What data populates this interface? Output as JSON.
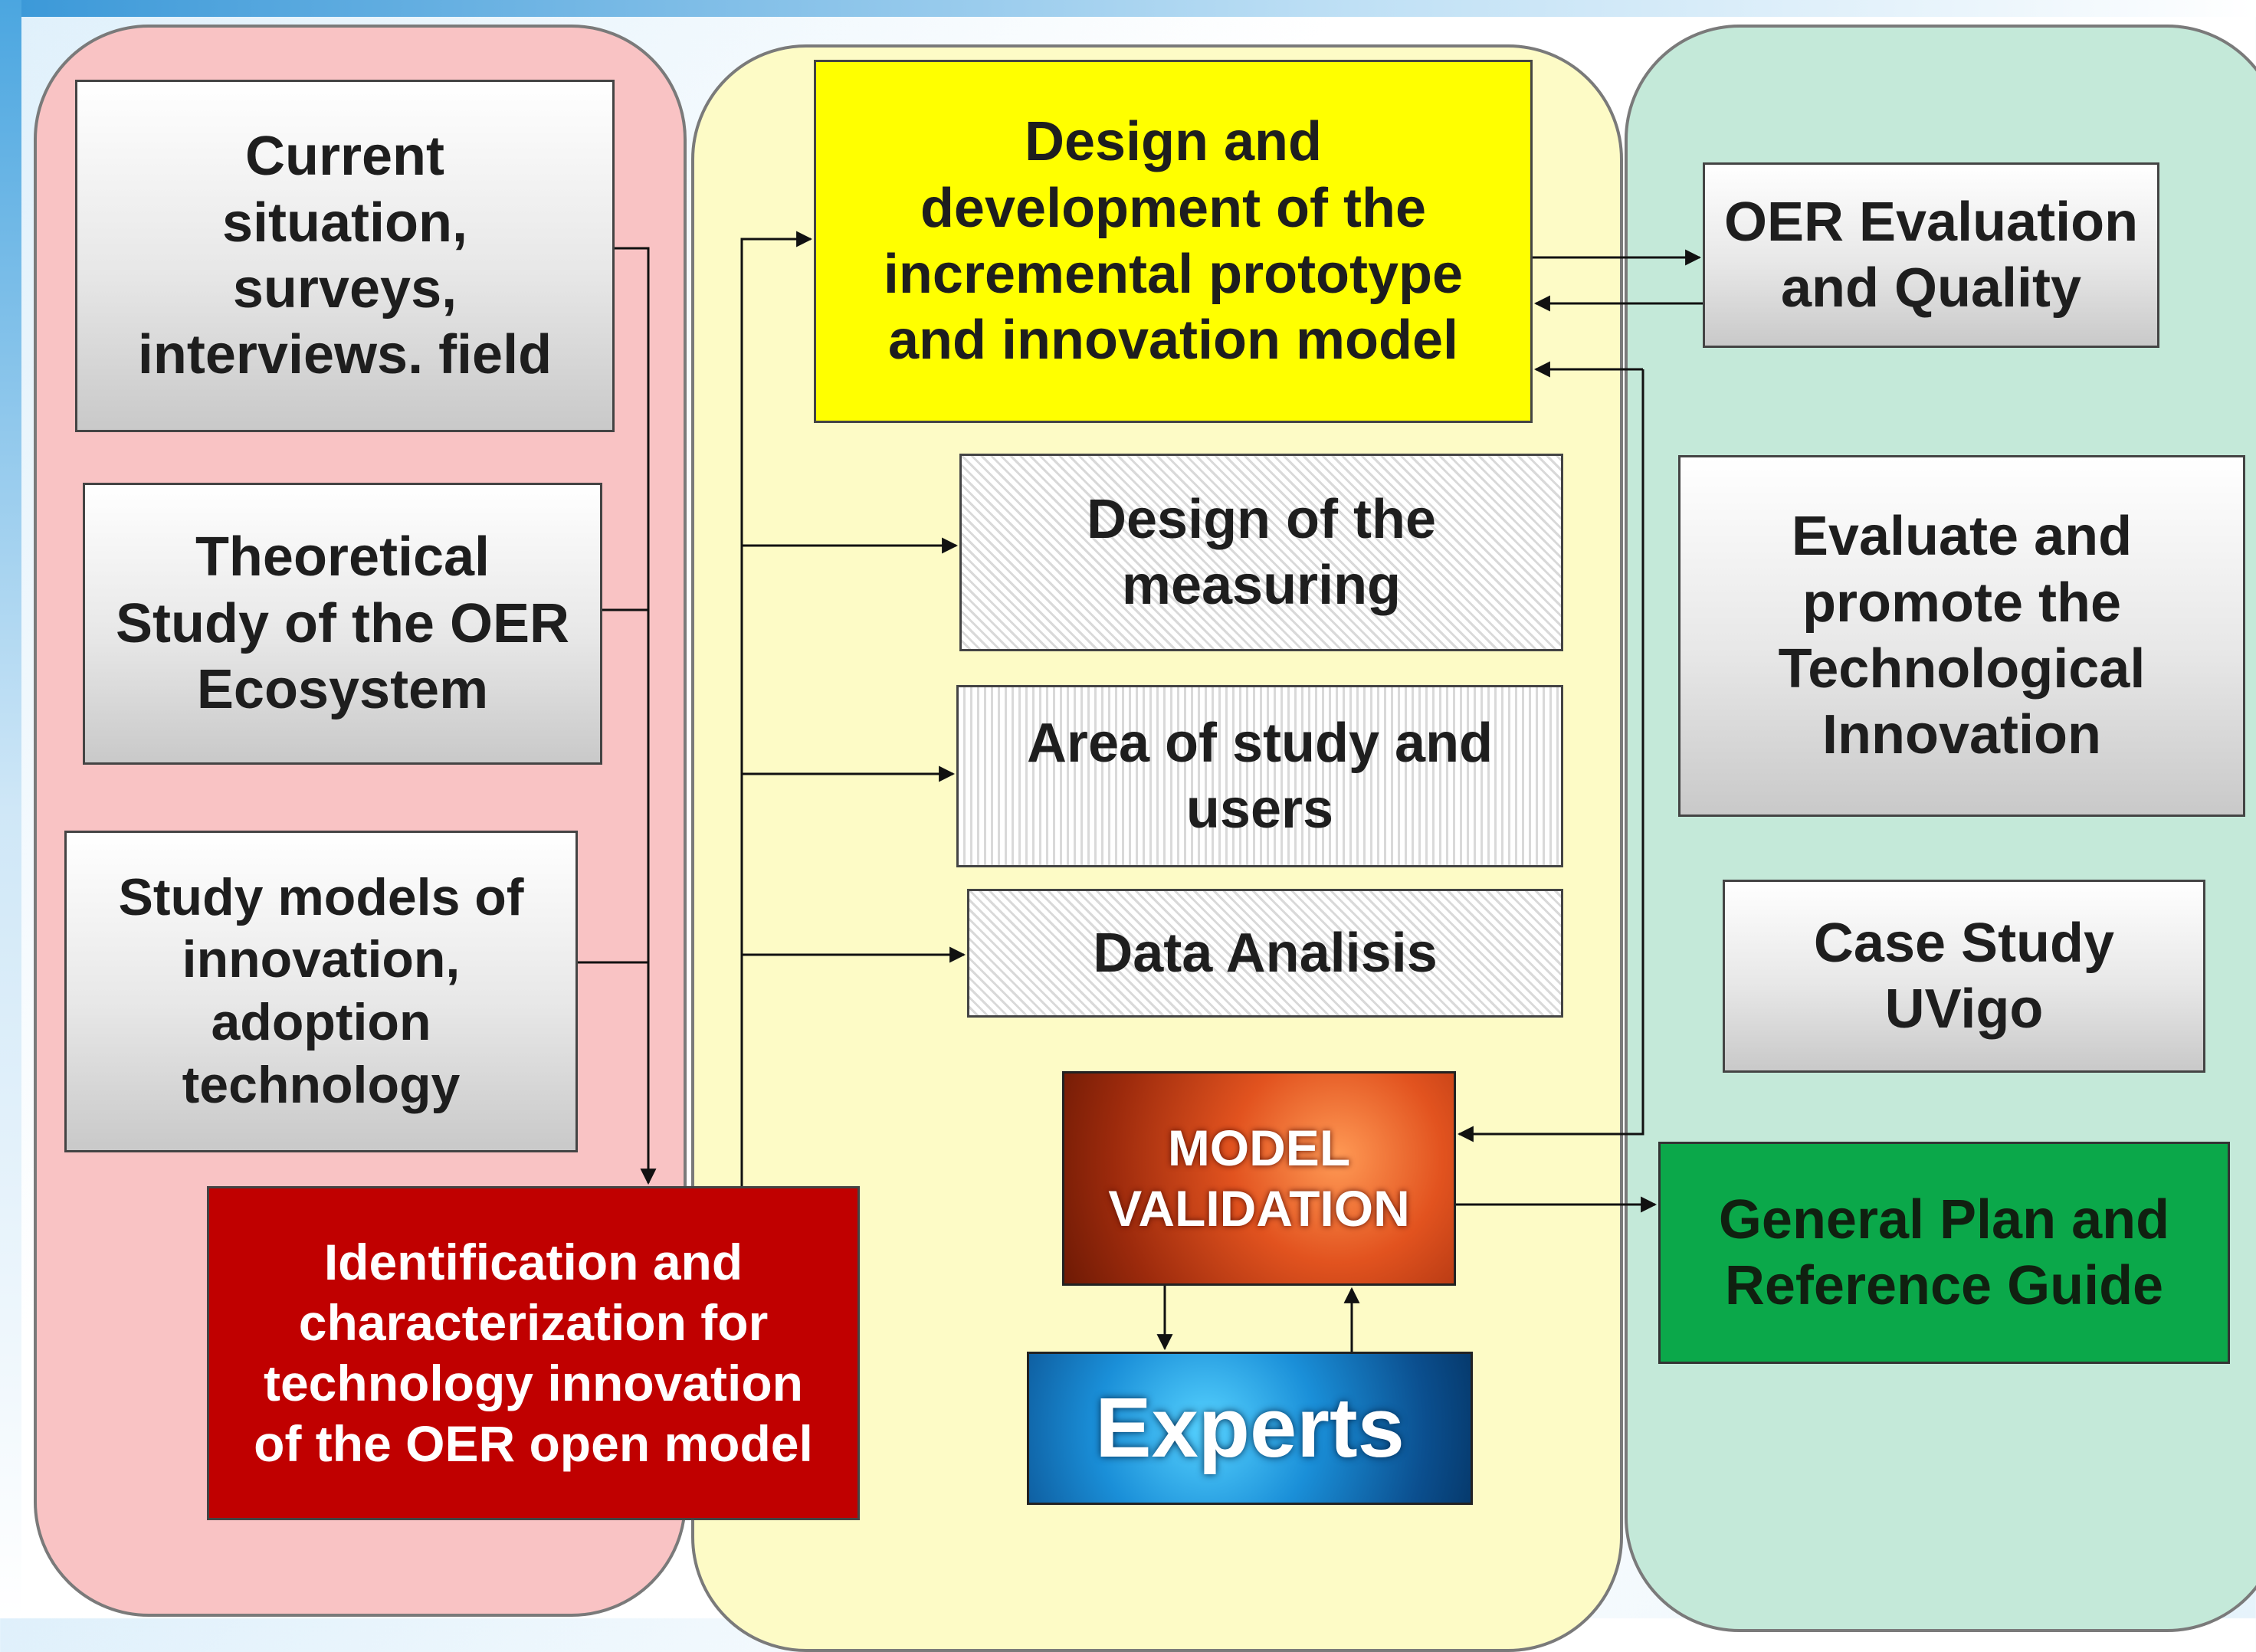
{
  "panels": {
    "left": {
      "boxes": {
        "current_situation": "Current\nsituation,\nsurveys,\ninterviews. field",
        "theoretical_study": "Theoretical\nStudy of the OER\nEcosystem",
        "study_models": "Study models of\ninnovation,\nadoption\ntechnology",
        "identification": "Identification and\ncharacterization for\ntechnology innovation\nof the OER open model"
      }
    },
    "middle": {
      "boxes": {
        "design_development": "Design and\ndevelopment of the\nincremental prototype\nand innovation model",
        "design_measuring": "Design of the\nmeasuring",
        "area_study": "Area  of study and\nusers",
        "data_analisis": "Data Analisis",
        "model_validation": "MODEL\nVALIDATION",
        "experts": "Experts"
      }
    },
    "right": {
      "boxes": {
        "oer_evaluation": "OER Evaluation\nand Quality",
        "evaluate_promote": "Evaluate and\npromote the\nTechnological\nInnovation",
        "case_study": "Case Study\nUVigo",
        "general_plan": "General Plan and\nReference Guide"
      }
    }
  },
  "colors": {
    "left_panel": "#f9c3c4",
    "middle_panel": "#fdfbc6",
    "right_panel": "#c4e9d9",
    "design_box": "#ffff00",
    "identification_box": "#c00000",
    "general_plan_box": "#0ba84a",
    "model_validation_box": "#d9481c",
    "experts_box": "#1a8fd8"
  }
}
